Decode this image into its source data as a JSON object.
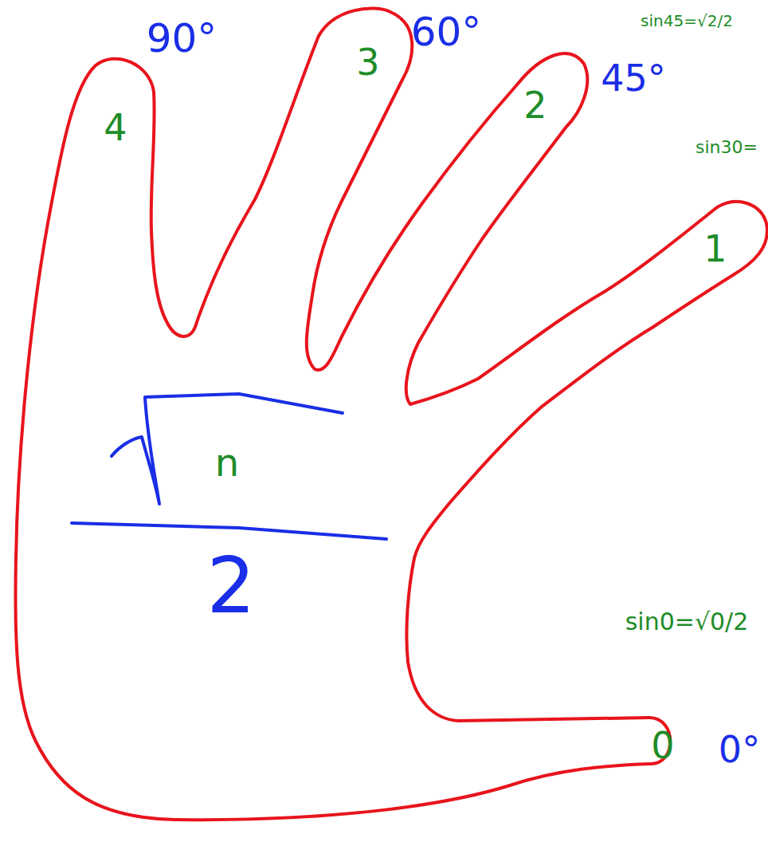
{
  "diagram": {
    "labels": [
      "90°",
      "60°",
      "45°",
      "0°",
      "4",
      "3",
      "2",
      "1",
      "0",
      "n",
      "2",
      "sin45=√2/2",
      "sin30=",
      "sin0=√0/2"
    ]
  }
}
